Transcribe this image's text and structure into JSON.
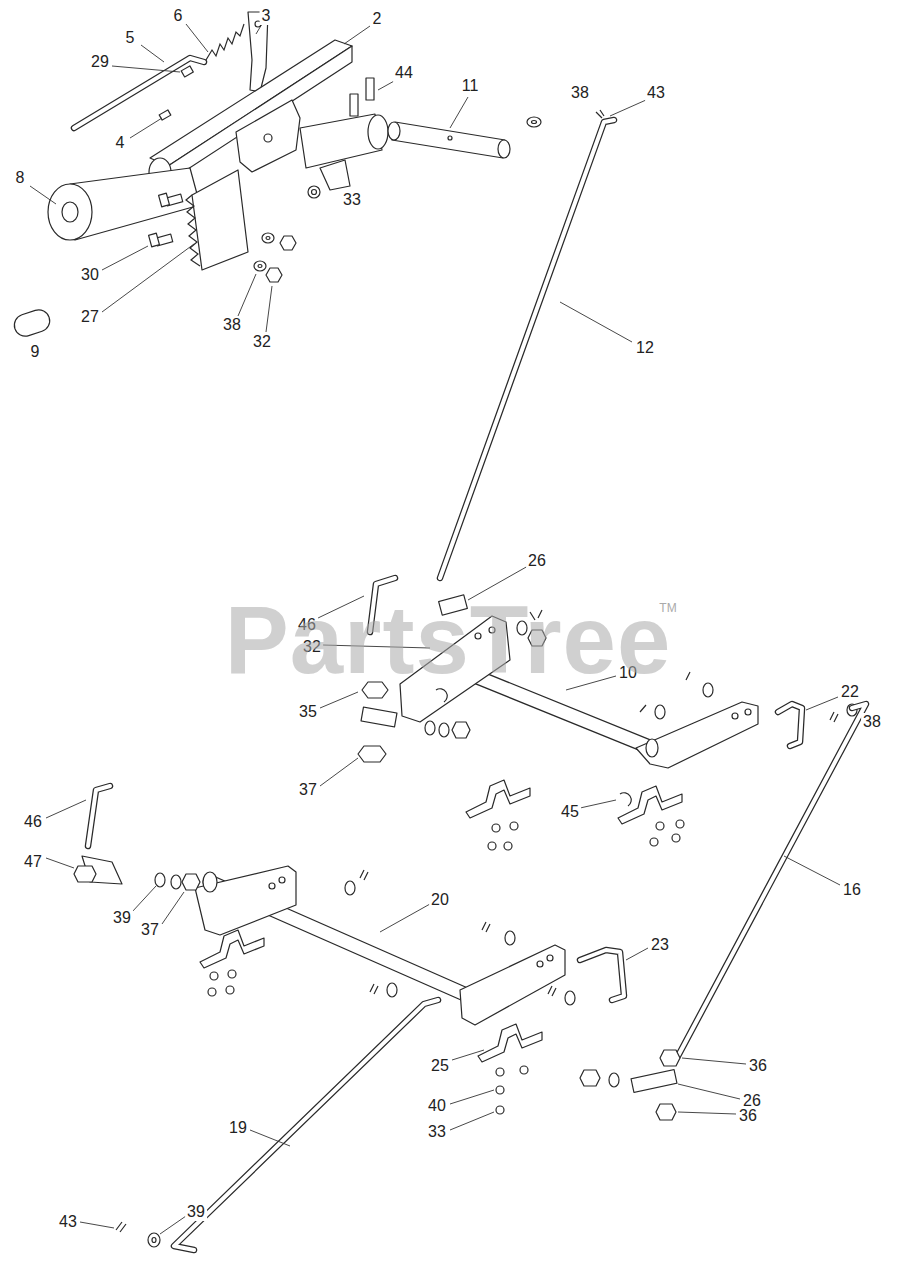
{
  "diagram": {
    "labels": [
      "6",
      "3",
      "2",
      "5",
      "29",
      "44",
      "11",
      "38",
      "43",
      "4",
      "33",
      "8",
      "30",
      "27",
      "38",
      "32",
      "9",
      "12",
      "26",
      "46",
      "32",
      "35",
      "10",
      "22",
      "38",
      "45",
      "37",
      "46",
      "47",
      "16",
      "39",
      "37",
      "20",
      "23",
      "36",
      "26",
      "36",
      "25",
      "40",
      "33",
      "19",
      "43",
      "39",
      "PartsTree",
      "TM"
    ]
  }
}
